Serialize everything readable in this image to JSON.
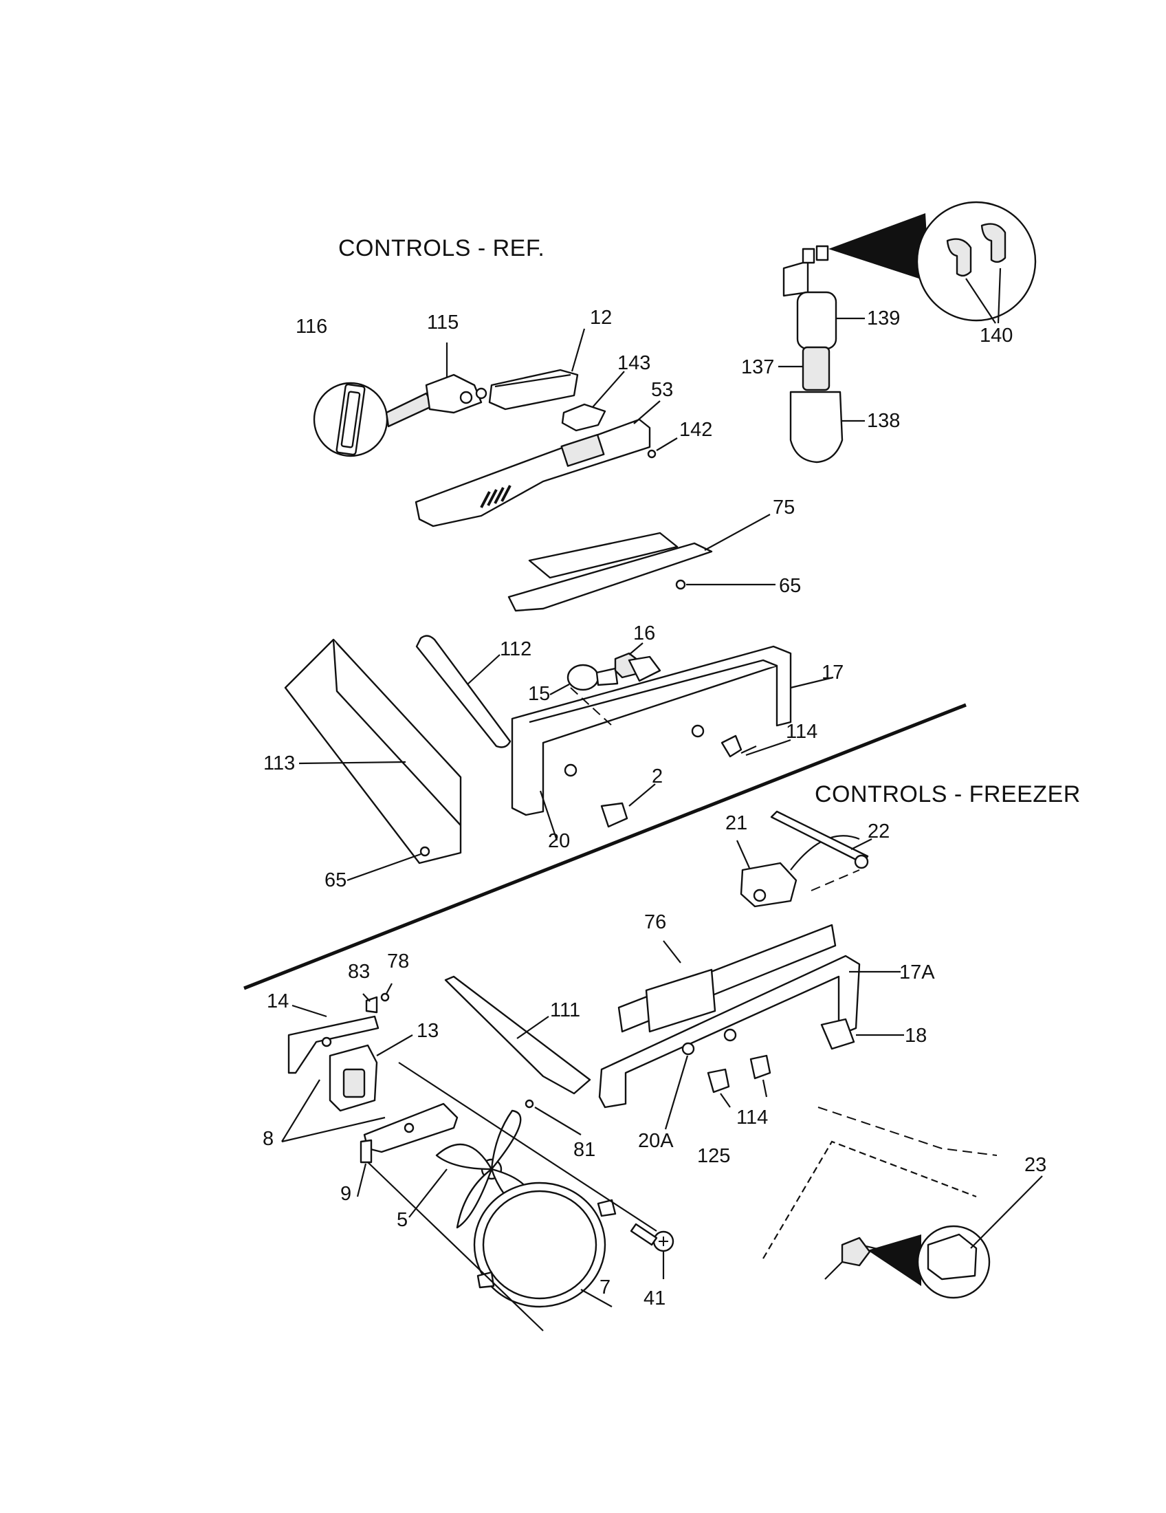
{
  "sections": {
    "ref_title": "CONTROLS - REF.",
    "freezer_title": "CONTROLS - FREEZER"
  },
  "labels": {
    "p116": "116",
    "p115": "115",
    "p12": "12",
    "p143": "143",
    "p53": "53",
    "p142": "142",
    "p139": "139",
    "p140": "140",
    "p137": "137",
    "p138": "138",
    "p75": "75",
    "p65a": "65",
    "p16": "16",
    "p112": "112",
    "p15": "15",
    "p17": "17",
    "p114a": "114",
    "p113": "113",
    "p2": "2",
    "p20": "20",
    "p65b": "65",
    "p21": "21",
    "p22": "22",
    "p76": "76",
    "p17a": "17A",
    "p18": "18",
    "p83": "83",
    "p78": "78",
    "p14": "14",
    "p13": "13",
    "p111": "111",
    "p8": "8",
    "p81": "81",
    "p20a": "20A",
    "p114b": "114",
    "p125": "125",
    "p9": "9",
    "p5": "5",
    "p23": "23",
    "p7": "7",
    "p41": "41"
  }
}
